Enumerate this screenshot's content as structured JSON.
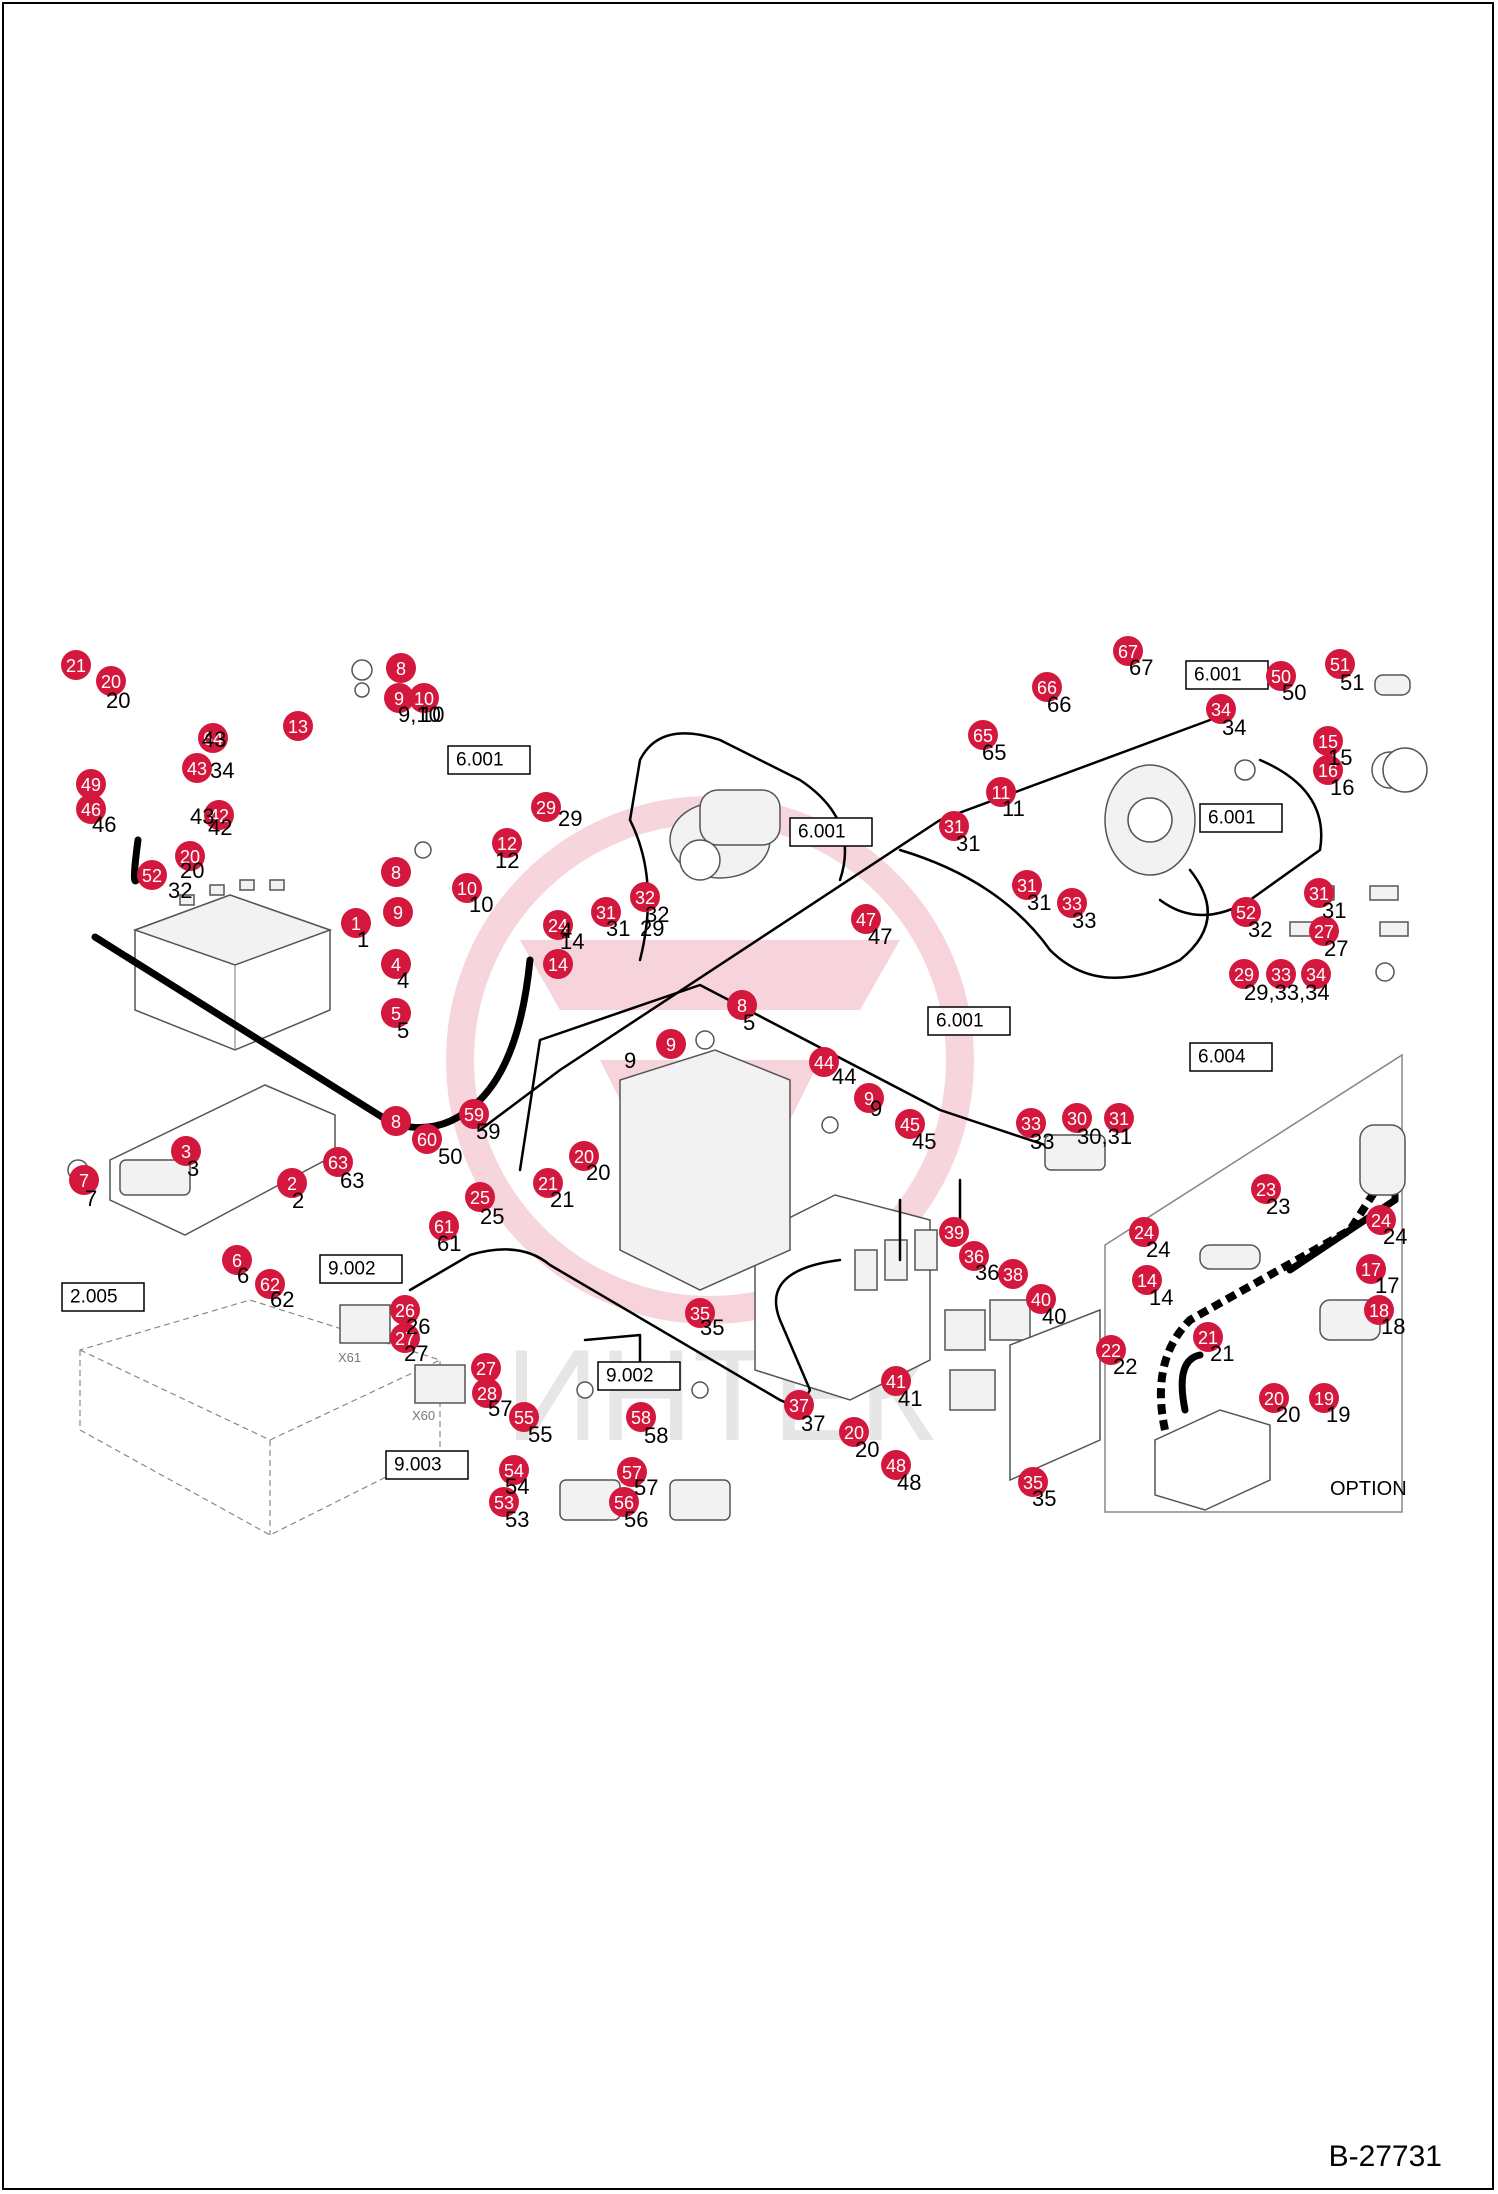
{
  "sheet_id": "B-27731",
  "option_label": "OPTION",
  "connector_labels": [
    "X61",
    "X60"
  ],
  "watermark_text": "ИНТЕК",
  "reference_boxes": [
    "6.001",
    "6.001",
    "6.001",
    "6.001",
    "6.001",
    "6.004",
    "9.002",
    "9.002",
    "2.005",
    "9.003"
  ],
  "callouts": [
    "21",
    "20",
    "8",
    "9",
    "10",
    "13",
    "64",
    "43",
    "49",
    "46",
    "42",
    "20",
    "52",
    "1",
    "4",
    "5",
    "8",
    "9",
    "12",
    "10",
    "24",
    "14",
    "29",
    "31",
    "32",
    "47",
    "8",
    "9",
    "44",
    "9",
    "45",
    "8",
    "3",
    "7",
    "2",
    "63",
    "59",
    "60",
    "25",
    "61",
    "6",
    "62",
    "21",
    "20",
    "26",
    "27",
    "27",
    "28",
    "55",
    "58",
    "54",
    "53",
    "57",
    "56",
    "37",
    "35",
    "39",
    "36",
    "38",
    "40",
    "41",
    "20",
    "48",
    "35",
    "65",
    "66",
    "67",
    "50",
    "51",
    "34",
    "15",
    "16",
    "11",
    "31",
    "31",
    "33",
    "52",
    "31",
    "27",
    "29",
    "33",
    "34",
    "33",
    "30",
    "31",
    "23",
    "24",
    "24",
    "14",
    "17",
    "18",
    "22",
    "21",
    "20",
    "19"
  ],
  "number_labels": [
    "20",
    "10",
    "9,10",
    "43",
    "34",
    "43",
    "42",
    "20",
    "32",
    "29",
    "46",
    "1",
    "4",
    "5",
    "12",
    "10",
    "14",
    "4",
    "29",
    "31",
    "32",
    "47",
    "5",
    "44",
    "45",
    "9",
    "9",
    "3",
    "7",
    "63",
    "2",
    "59",
    "50",
    "61",
    "25",
    "62",
    "6",
    "21",
    "20",
    "26",
    "27",
    "57",
    "55",
    "58",
    "54",
    "53",
    "56",
    "57",
    "35",
    "35",
    "37",
    "36",
    "40",
    "41",
    "20",
    "48",
    "65",
    "66",
    "67",
    "50",
    "51",
    "34",
    "15",
    "16",
    "11",
    "31",
    "31",
    "33",
    "32",
    "31",
    "27",
    "29,33,34",
    "33",
    "30,31",
    "23",
    "24",
    "24",
    "14",
    "17",
    "18",
    "22",
    "21",
    "20",
    "19"
  ]
}
